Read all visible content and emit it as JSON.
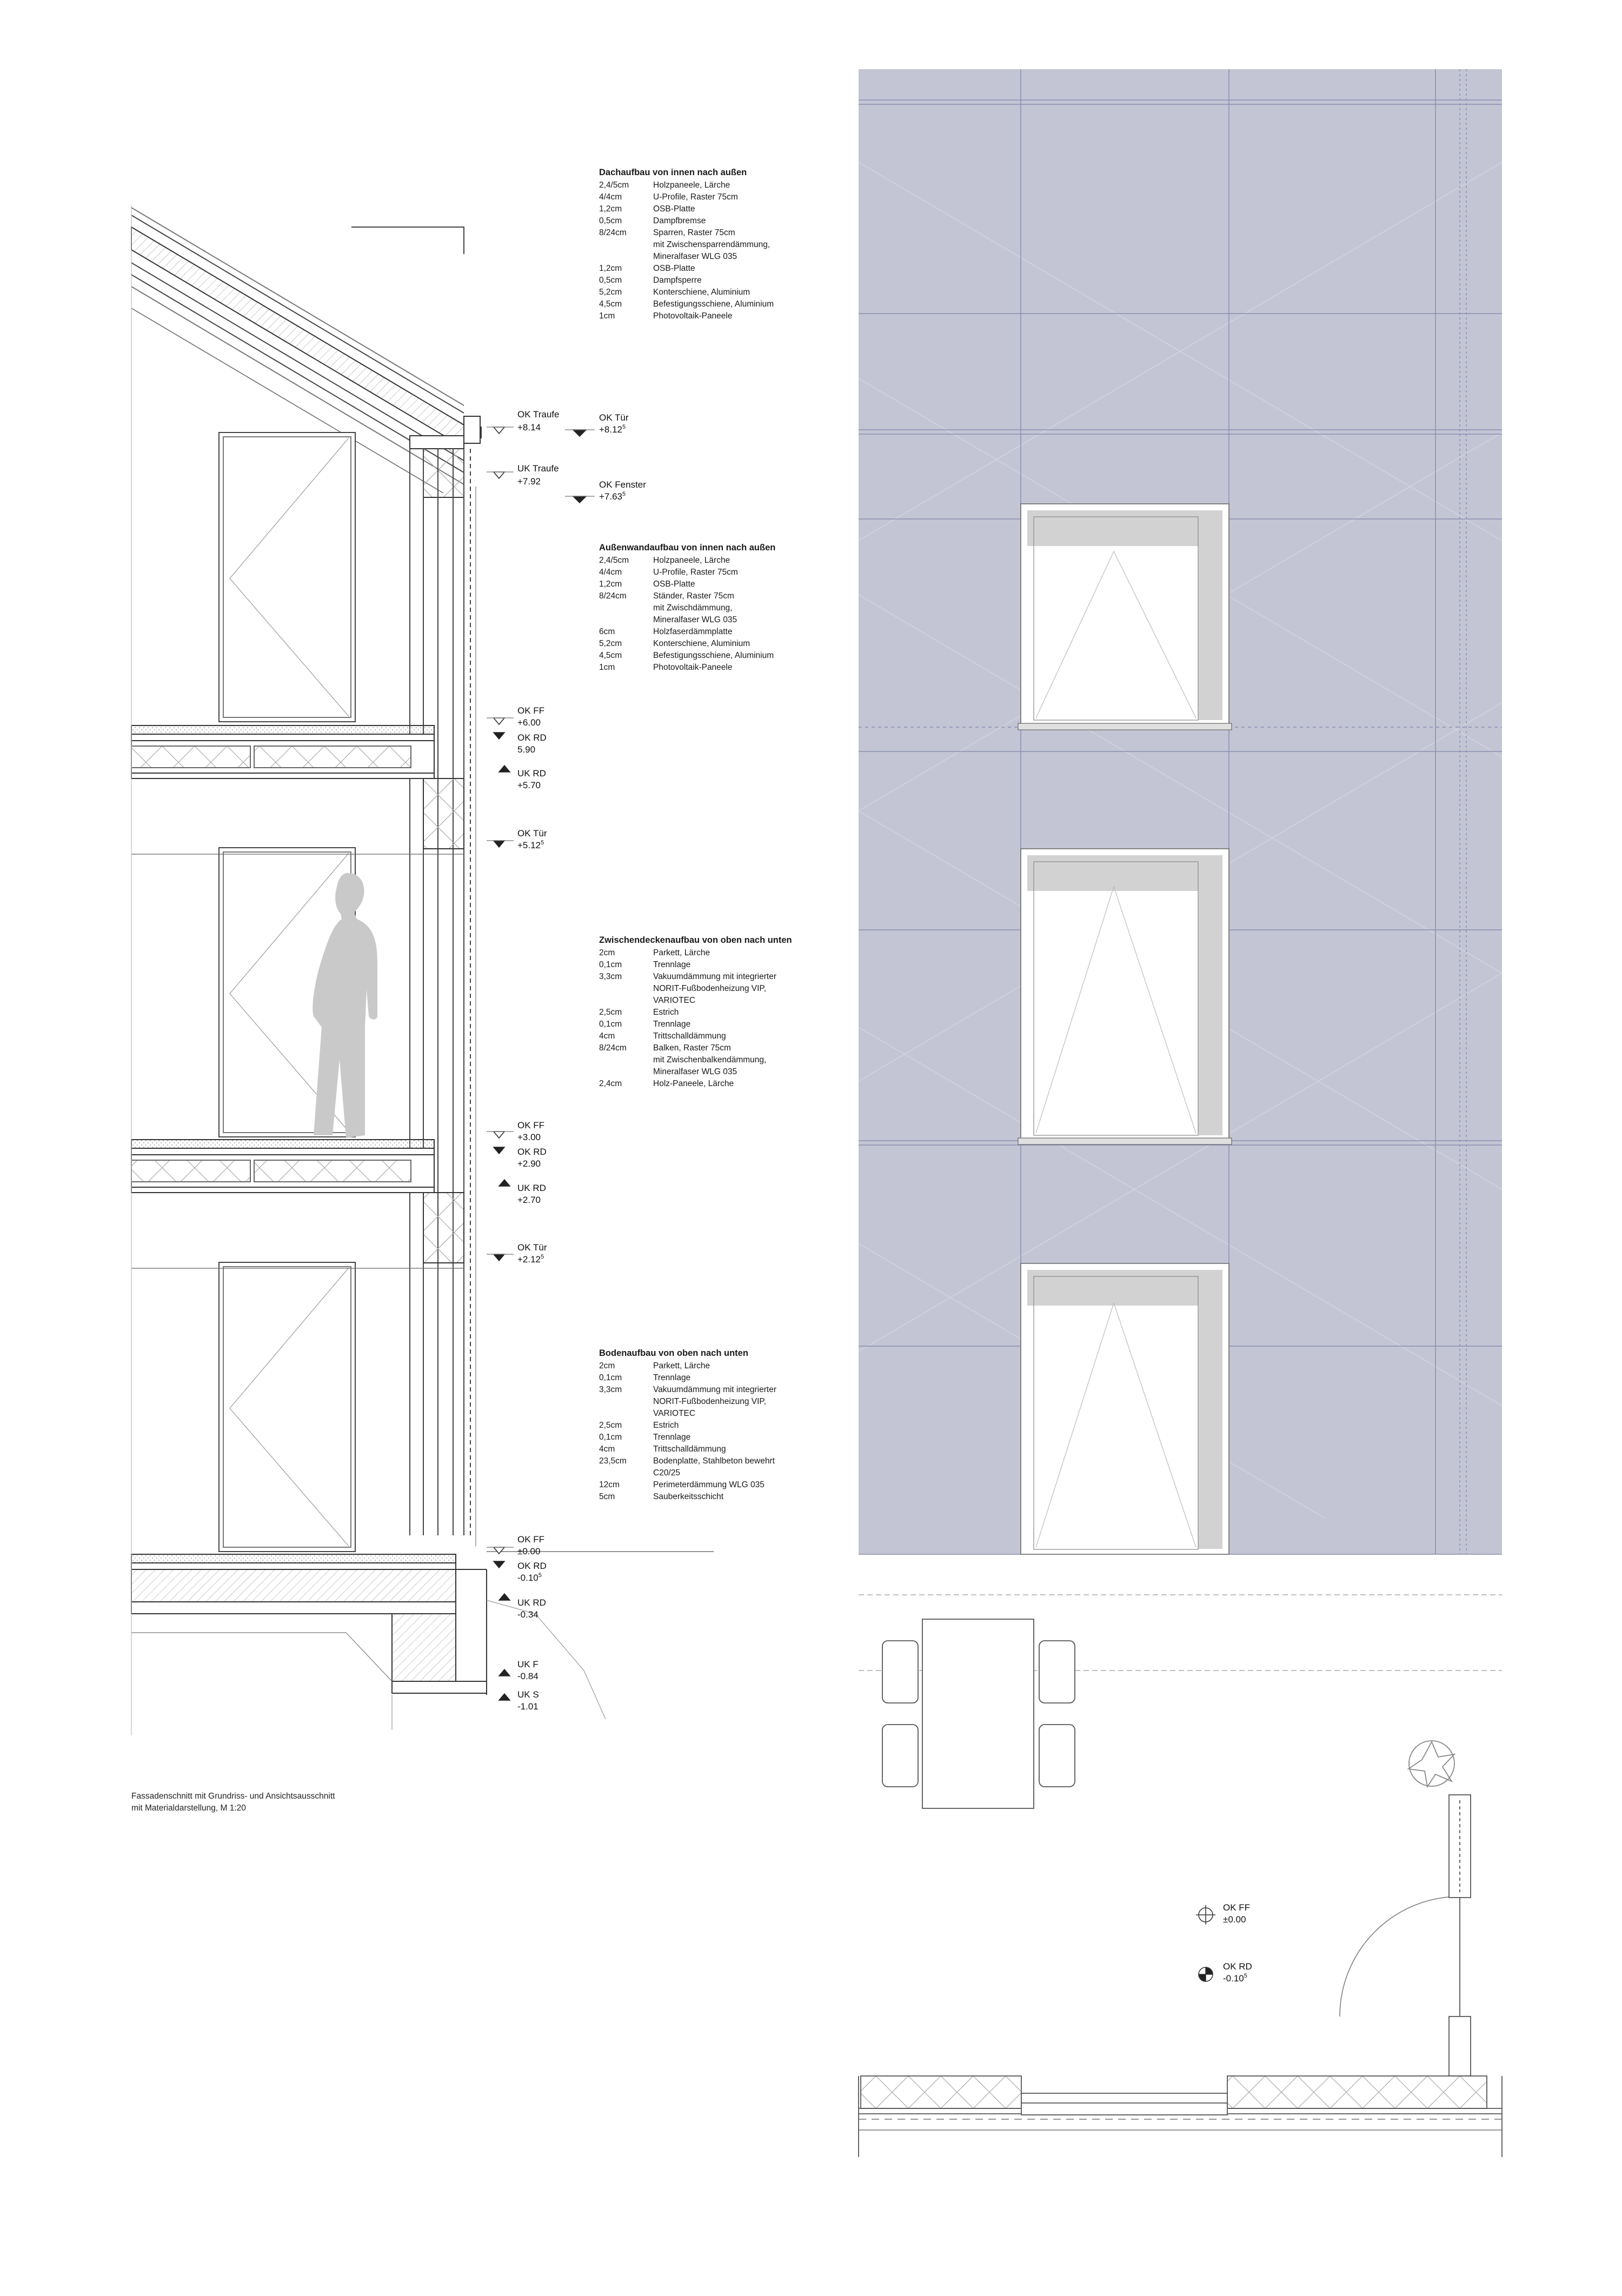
{
  "roof_spec": {
    "title": "Dachaufbau von innen nach außen",
    "rows": [
      {
        "t": "2,4/5cm",
        "d": "Holzpaneele, Lärche"
      },
      {
        "t": "4/4cm",
        "d": "U-Profile, Raster 75cm"
      },
      {
        "t": "1,2cm",
        "d": "OSB-Platte"
      },
      {
        "t": "0,5cm",
        "d": "Dampfbremse"
      },
      {
        "t": "8/24cm",
        "d": "Sparren, Raster 75cm"
      },
      {
        "t": "",
        "d": "mit Zwischensparrendämmung,"
      },
      {
        "t": "",
        "d": "Mineralfaser WLG 035"
      },
      {
        "t": "1,2cm",
        "d": "OSB-Platte"
      },
      {
        "t": "0,5cm",
        "d": "Dampfsperre"
      },
      {
        "t": "5,2cm",
        "d": "Konterschiene, Aluminium"
      },
      {
        "t": "4,5cm",
        "d": "Befestigungsschiene, Aluminium"
      },
      {
        "t": "1cm",
        "d": "Photovoltaik-Paneele"
      }
    ]
  },
  "wall_spec": {
    "title": "Außenwandaufbau von innen nach außen",
    "rows": [
      {
        "t": "2,4/5cm",
        "d": "Holzpaneele, Lärche"
      },
      {
        "t": "4/4cm",
        "d": "U-Profile, Raster 75cm"
      },
      {
        "t": "1,2cm",
        "d": "OSB-Platte"
      },
      {
        "t": "8/24cm",
        "d": "Ständer, Raster 75cm"
      },
      {
        "t": "",
        "d": "mit Zwischdämmung,"
      },
      {
        "t": "",
        "d": "Mineralfaser WLG 035"
      },
      {
        "t": "6cm",
        "d": "Holzfaserdämmplatte"
      },
      {
        "t": "5,2cm",
        "d": "Konterschiene, Aluminium"
      },
      {
        "t": "4,5cm",
        "d": "Befestigungsschiene, Aluminium"
      },
      {
        "t": "1cm",
        "d": "Photovoltaik-Paneele"
      }
    ]
  },
  "floor_spec": {
    "title": "Zwischendeckenaufbau von oben nach unten",
    "rows": [
      {
        "t": "2cm",
        "d": "Parkett, Lärche"
      },
      {
        "t": "0,1cm",
        "d": "Trennlage"
      },
      {
        "t": "3,3cm",
        "d": "Vakuumdämmung mit integrierter"
      },
      {
        "t": "",
        "d": "NORIT-Fußbodenheizung VIP,"
      },
      {
        "t": "",
        "d": "VARIOTEC"
      },
      {
        "t": "2,5cm",
        "d": "Estrich"
      },
      {
        "t": "0,1cm",
        "d": "Trennlage"
      },
      {
        "t": "4cm",
        "d": "Trittschalldämmung"
      },
      {
        "t": "8/24cm",
        "d": "Balken, Raster 75cm"
      },
      {
        "t": "",
        "d": "mit Zwischenbalkendämmung,"
      },
      {
        "t": "",
        "d": "Mineralfaser WLG 035"
      },
      {
        "t": "2,4cm",
        "d": "Holz-Paneele, Lärche"
      }
    ]
  },
  "ground_spec": {
    "title": "Bodenaufbau von oben nach unten",
    "rows": [
      {
        "t": "2cm",
        "d": "Parkett, Lärche"
      },
      {
        "t": "0,1cm",
        "d": "Trennlage"
      },
      {
        "t": "3,3cm",
        "d": "Vakuumdämmung mit integrierter"
      },
      {
        "t": "",
        "d": "NORIT-Fußbodenheizung VIP,"
      },
      {
        "t": "",
        "d": "VARIOTEC"
      },
      {
        "t": "2,5cm",
        "d": "Estrich"
      },
      {
        "t": "0,1cm",
        "d": "Trennlage"
      },
      {
        "t": "4cm",
        "d": "Trittschalldämmung"
      },
      {
        "t": "23,5cm",
        "d": "Bodenplatte, Stahlbeton bewehrt"
      },
      {
        "t": "",
        "d": "C20/25"
      },
      {
        "t": "12cm",
        "d": "Perimeterdämmung WLG 035"
      },
      {
        "t": "5cm",
        "d": "Sauberkeitsschicht"
      }
    ]
  },
  "levels": {
    "ok_traufe": {
      "name": "OK Traufe",
      "value": "+8.14"
    },
    "ok_tuer_top": {
      "name": "OK Tür",
      "value": "+8.12",
      "sup": "5"
    },
    "uk_traufe": {
      "name": "UK Traufe",
      "value": "+7.92"
    },
    "ok_fenster": {
      "name": "OK Fenster",
      "value": "+7.63",
      "sup": "5"
    },
    "ok_ff_2": {
      "name": "OK FF",
      "value": "+6.00"
    },
    "ok_rd_2": {
      "name": "OK RD",
      "value": "5.90"
    },
    "uk_rd_2": {
      "name": "UK RD",
      "value": "+5.70"
    },
    "ok_tuer_2": {
      "name": "OK Tür",
      "value": "+5.12",
      "sup": "5"
    },
    "ok_ff_1": {
      "name": "OK FF",
      "value": "+3.00"
    },
    "ok_rd_1": {
      "name": "OK RD",
      "value": "+2.90"
    },
    "uk_rd_1": {
      "name": "UK RD",
      "value": "+2.70"
    },
    "ok_tuer_1": {
      "name": "OK Tür",
      "value": "+2.12",
      "sup": "5"
    },
    "ok_ff_0": {
      "name": "OK FF",
      "value": "±0.00"
    },
    "ok_rd_0": {
      "name": "OK RD",
      "value": "-0.10",
      "sup": "5"
    },
    "uk_rd_0": {
      "name": "UK RD",
      "value": "-0.34"
    },
    "uk_f": {
      "name": "UK F",
      "value": "-0.84"
    },
    "uk_s": {
      "name": "UK S",
      "value": "-1.01"
    }
  },
  "plan_levels": {
    "ok_ff": {
      "name": "OK FF",
      "value": "±0.00"
    },
    "ok_rd": {
      "name": "OK RD",
      "value": "-0.10",
      "sup": "5"
    }
  },
  "caption": {
    "line1": "Fassadenschnitt mit Grundriss- und Ansichtsausschnitt",
    "line2": "mit Materialdarstellung, M 1:20"
  },
  "colors": {
    "facade_panel": "#c3c5d4",
    "window_reveal": "#d2d2d2",
    "person": "#c9c9c9",
    "line": "#555555"
  }
}
